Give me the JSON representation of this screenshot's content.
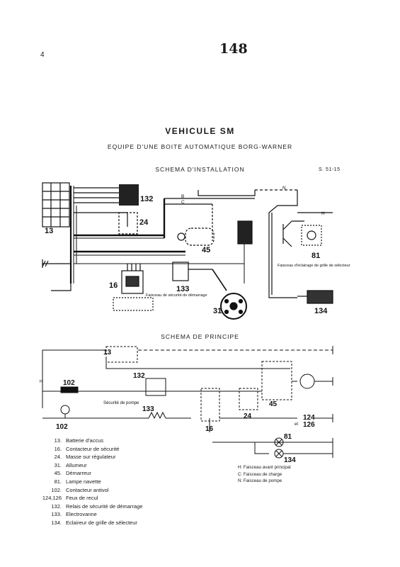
{
  "page_number": "4",
  "handwritten_number": "148",
  "title": "VEHICULE SM",
  "subtitle": "EQUIPE D'UNE BOITE AUTOMATIQUE BORG-WARNER",
  "installation": {
    "heading": "SCHEMA D'INSTALLATION",
    "reference": "S. 51-15",
    "labels": {
      "l13": "13",
      "l24": "24",
      "l45": "45",
      "l81": "81",
      "l132": "132",
      "l133": "133",
      "l134": "134",
      "l16": "16",
      "l31": "31",
      "N": "N",
      "H": "H",
      "B": "B",
      "C": "C",
      "faisceau_securite": "Faisceau de sécurité\nde démarrage",
      "faisceau_retroeclairage": "Faisceau d'éclairage\nde grille de sélecteur"
    }
  },
  "principle": {
    "heading": "SCHEMA DE PRINCIPE",
    "labels": {
      "l13": "13",
      "l102a": "102",
      "l102b": "102",
      "l132": "132",
      "l133": "133",
      "l24": "24",
      "l16": "16",
      "l45": "45",
      "l81": "81",
      "l134": "134",
      "l124": "124",
      "l126": "126",
      "et": "et",
      "H": "H",
      "securite": "Sécurité de\npompe"
    }
  },
  "legend": [
    {
      "num": "13.",
      "text": "Batterie d'accus"
    },
    {
      "num": "16.",
      "text": "Contacteur de sécurité"
    },
    {
      "num": "24.",
      "text": "Masse sur régulateur"
    },
    {
      "num": "31.",
      "text": "Allumeur"
    },
    {
      "num": "45.",
      "text": "Démarreur"
    },
    {
      "num": "81.",
      "text": "Lampe navette"
    },
    {
      "num": "102.",
      "text": "Contacteur antivol"
    },
    {
      "num": "124,126",
      "text": "Feux de recul"
    },
    {
      "num": "132.",
      "text": "Relais de sécurité de démarrage"
    },
    {
      "num": "133.",
      "text": "Electrovanne"
    },
    {
      "num": "134.",
      "text": "Eclaireur de grille de sélecteur"
    }
  ],
  "harness_notes": [
    "H: Faisceau avant principal",
    "C: Faisceau de charge",
    "N: Faisceau de pompe"
  ]
}
